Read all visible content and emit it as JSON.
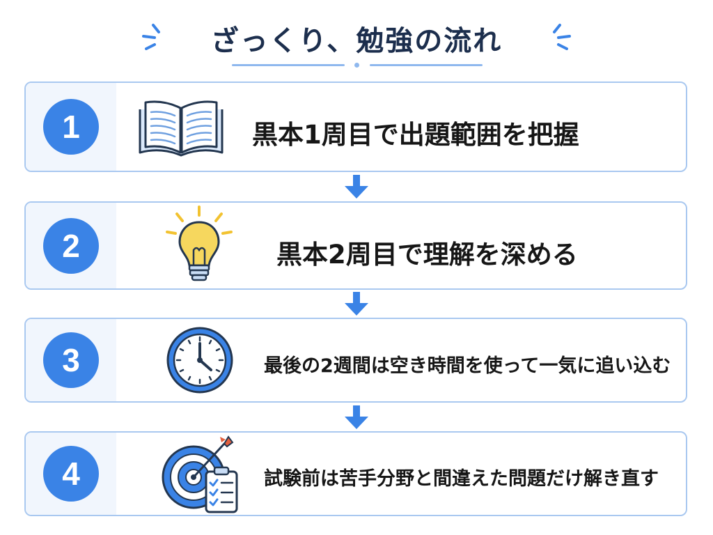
{
  "title": "ざっくり、勉強の流れ",
  "colors": {
    "accent": "#3a83e6",
    "border": "#a9c8f0",
    "title": "#1c2e4d",
    "bulb": "#f6d75e"
  },
  "steps": [
    {
      "number": "1",
      "icon": "open-book-icon",
      "text": "黒本1周目で出題範囲を把握"
    },
    {
      "number": "2",
      "icon": "lightbulb-icon",
      "text": "黒本2周目で理解を深める"
    },
    {
      "number": "3",
      "icon": "clock-icon",
      "text": "最後の2週間は空き時間を使って一気に追い込む"
    },
    {
      "number": "4",
      "icon": "target-checklist-icon",
      "text": "試験前は苦手分野と間違えた問題だけ解き直す"
    }
  ]
}
